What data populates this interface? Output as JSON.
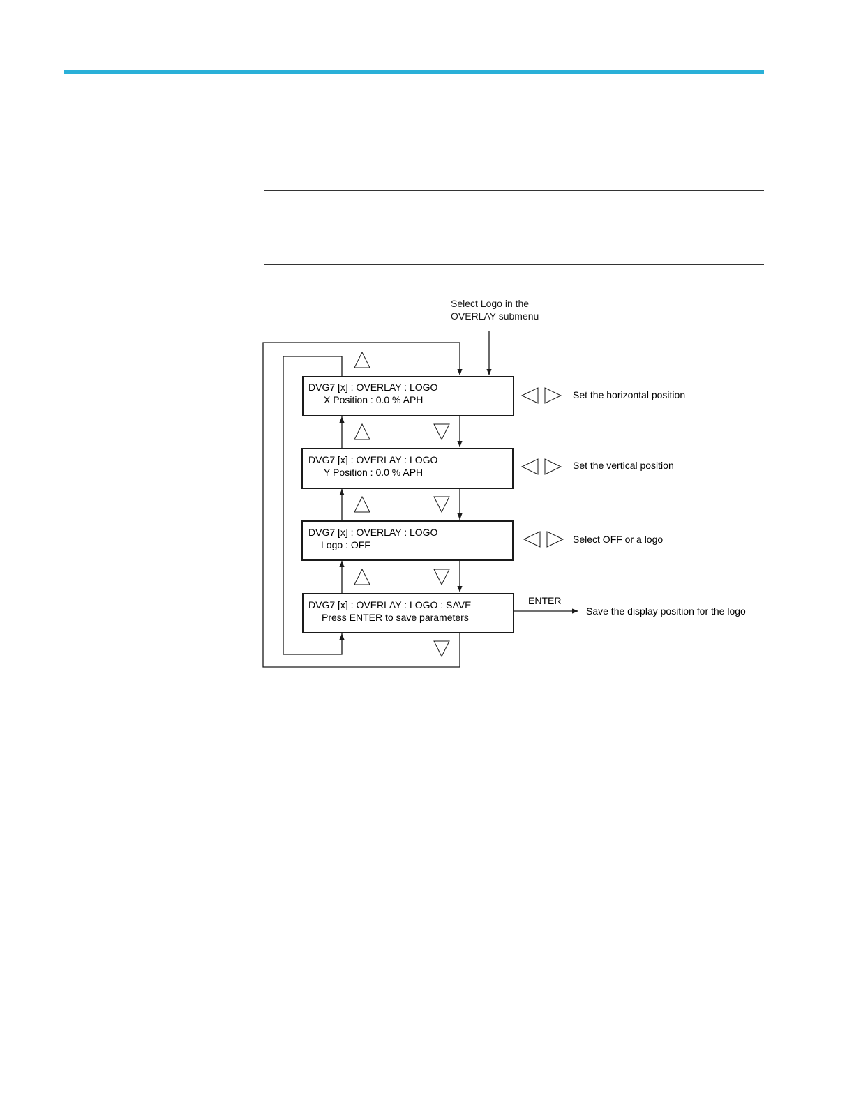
{
  "colors": {
    "accent_bar": "#2ab0d8",
    "line": "#1a1a1a"
  },
  "entry": {
    "line1": "Select Logo in the",
    "line2": "OVERLAY submenu"
  },
  "screens": [
    {
      "title": "DVG7 [x] : OVERLAY : LOGO",
      "value": "X Position : 0.0 % APH",
      "side_label": "Set the horizontal position"
    },
    {
      "title": "DVG7 [x] : OVERLAY : LOGO",
      "value": "Y Position : 0.0 % APH",
      "side_label": "Set the vertical position"
    },
    {
      "title": "DVG7 [x] : OVERLAY : LOGO",
      "value": "Logo : OFF",
      "side_label": "Select OFF or a logo"
    },
    {
      "title": "DVG7 [x] : OVERLAY : LOGO : SAVE",
      "value": "Press ENTER to save parameters",
      "side_label": "Save the display position for the logo"
    }
  ],
  "enter_label": "ENTER",
  "icons": {
    "up": "up-triangle-icon",
    "down": "down-triangle-icon",
    "left": "left-triangle-icon",
    "right": "right-triangle-icon"
  }
}
